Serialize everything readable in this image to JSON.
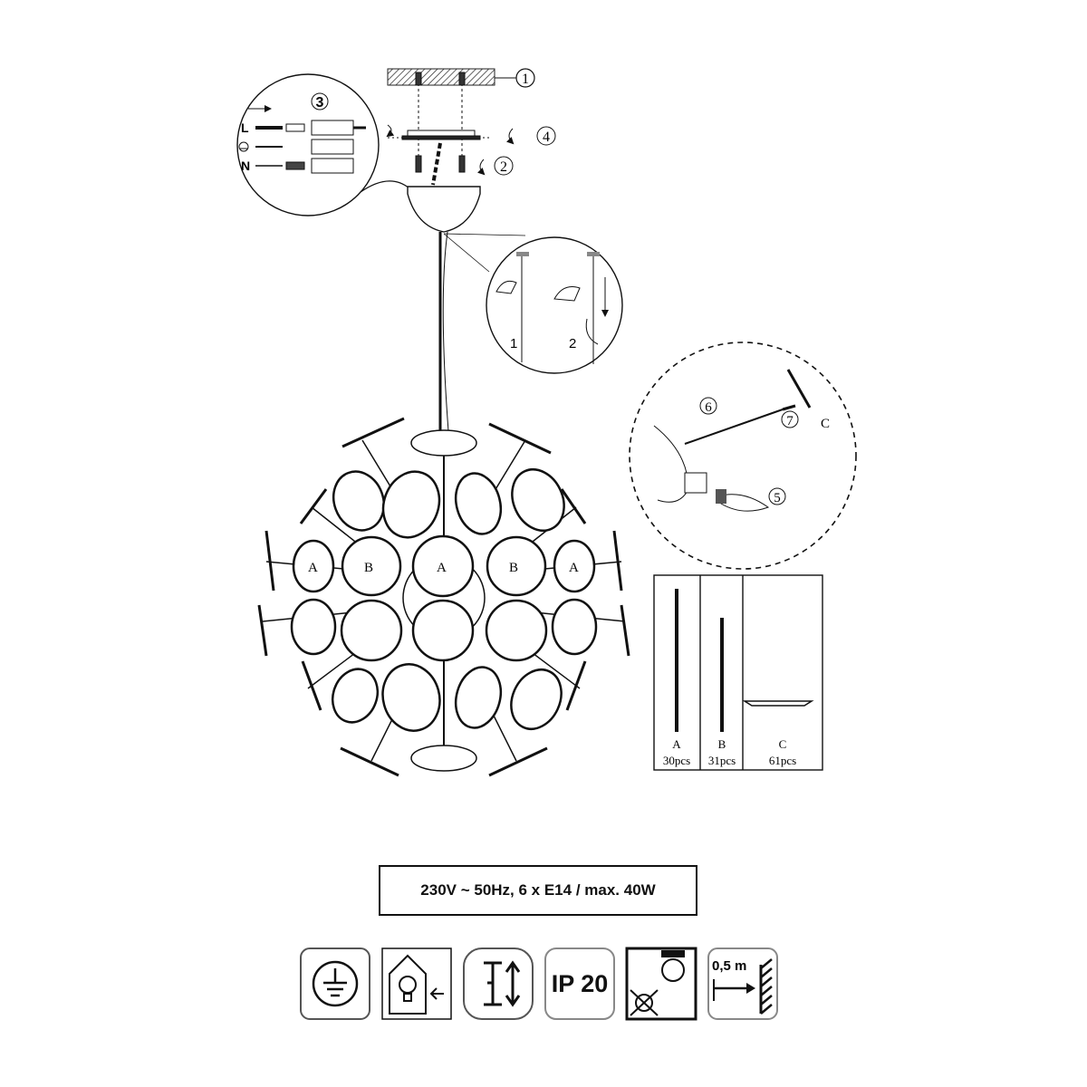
{
  "steps": {
    "s1": "1",
    "s2": "2",
    "s3": "3",
    "s4": "4",
    "s5": "5",
    "s6": "6",
    "s7": "7"
  },
  "wiring": {
    "live": "L",
    "neutral": "N"
  },
  "height_adjust": {
    "step1": "1",
    "step2": "2"
  },
  "detail": {
    "part_c": "C"
  },
  "sphere_labels": [
    "A",
    "B",
    "A",
    "B",
    "A"
  ],
  "parts": [
    {
      "letter": "A",
      "qty": "30pcs"
    },
    {
      "letter": "B",
      "qty": "31pcs"
    },
    {
      "letter": "C",
      "qty": "61pcs"
    }
  ],
  "spec": "230V ~ 50Hz, 6 x E14 / max. 40W",
  "icons": [
    {
      "name": "protective-earth-icon"
    },
    {
      "name": "indoor-use-icon"
    },
    {
      "name": "height-adjustable-icon"
    },
    {
      "name": "ip-rating-icon",
      "label": "IP 20"
    },
    {
      "name": "not-for-dimmer-icon"
    },
    {
      "name": "min-distance-icon",
      "label": "0,5 m"
    }
  ]
}
